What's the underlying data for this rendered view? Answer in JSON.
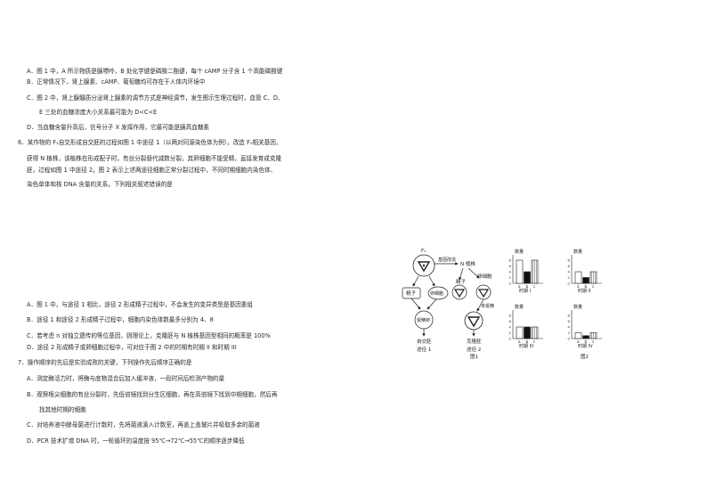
{
  "q5": {
    "A": "A．图 1 中，A 所示物质是腺嘌呤，B 处化学键是磷酸二酯键，每个 cAMP 分子含 1 个高能磷酸键",
    "B": "B．正常情况下，肾上腺素、cAMP、葡萄糖均可存在于人体内环境中",
    "C1": "C．图 2 中，肾上腺髓质分泌肾上腺素的调节方式是神经调节，发生图示生理过程时，血管 C、D、",
    "C2": "E 三处的血糖浓度大小关系最可能为 D<C<E",
    "D": "D．当血糖含量升高后，信号分子 X 发挥作用，它最可能是胰高血糖素"
  },
  "q6": {
    "stem1": "6．某作物的 F₁自交形成自交胚的过程如图 1 中途径 1（以两对同源染色体为例）。改造 F₁相关基因，",
    "stem2": "获得 N 植株，该植株在形成配子时，有丝分裂替代减数分裂，其卵细胞不能受精，直接发育成克隆",
    "stem3": "胚，过程如图 1 中途径 2。图 2 表示上述两途径细胞正常分裂过程中，不同时期细胞内染色体、",
    "stem4": "染色单体和核 DNA 含量的关系。下列相关叙述错误的是",
    "A": "A．图 1 中，与途径 1 相比，途径 2 形成精子过程中，不会发生的变异类型是基因重组",
    "B": "B．途径 1 和途径 2 形成精子过程中，细胞内染色体数最多分别为 4、8",
    "C": "C．若考虑 n 对独立遗传的等位基因，则理论上，克隆胚与 N 植株基因型相同的概率是 100%",
    "D": "D．途径 2 形成精子或卵细胞过程中，可对应于图 2 中的时期有时期 II 和时期 III"
  },
  "q7": {
    "stem": "7．操作顺序的先后是实验成败的关键，下列操作先后顺序正确的是",
    "A": "A．测定酶活力时，将酶与底物混合后加入缓冲液，一段时间后检测产物的量",
    "B1": "B．观察根尖细胞的有丝分裂时，先低倍镜找到分生区细胞，再在高倍镜下找到中期细胞，然后再",
    "B2": "找其他时期的细胞",
    "C": "C．对培养液中酵母菌进行计数时，先将菌液滴入计数室，再盖上盖玻片并吸取多余的菌液",
    "D": "D．PCR 技术扩增 DNA 时，一轮循环的温度按 95℃→72℃→55℃的顺序逐步降低"
  },
  "fig1": {
    "f1": "F₁",
    "gene_edit": "基因改造",
    "n_plant": "N 植株",
    "sperm": "精子",
    "egg": "卵细胞",
    "fertilized_egg": "受精卵",
    "self_embryo": "自交胚",
    "route1": "途径 1",
    "unfertilized": "未受精",
    "clone_embryo": "克隆胚",
    "route2": "途径 2",
    "caption": "图1"
  },
  "fig2": {
    "caption": "图2",
    "ylabel": "数量",
    "categories": [
      "a",
      "b",
      "c"
    ],
    "yticks": [
      "0",
      "2",
      "4",
      "6",
      "8"
    ],
    "ylim": [
      0,
      8
    ],
    "panels": [
      {
        "label": "时期 I",
        "values": [
          8,
          4,
          8
        ]
      },
      {
        "label": "时期 II",
        "values": [
          4,
          2,
          4
        ]
      },
      {
        "label": "时期 III",
        "values": [
          4,
          4,
          4
        ]
      },
      {
        "label": "时期 IV",
        "values": [
          2,
          1,
          2
        ]
      }
    ],
    "fills": [
      "#ffffff",
      "#111111",
      "#ffffff"
    ],
    "hatch": [
      false,
      false,
      true
    ]
  }
}
